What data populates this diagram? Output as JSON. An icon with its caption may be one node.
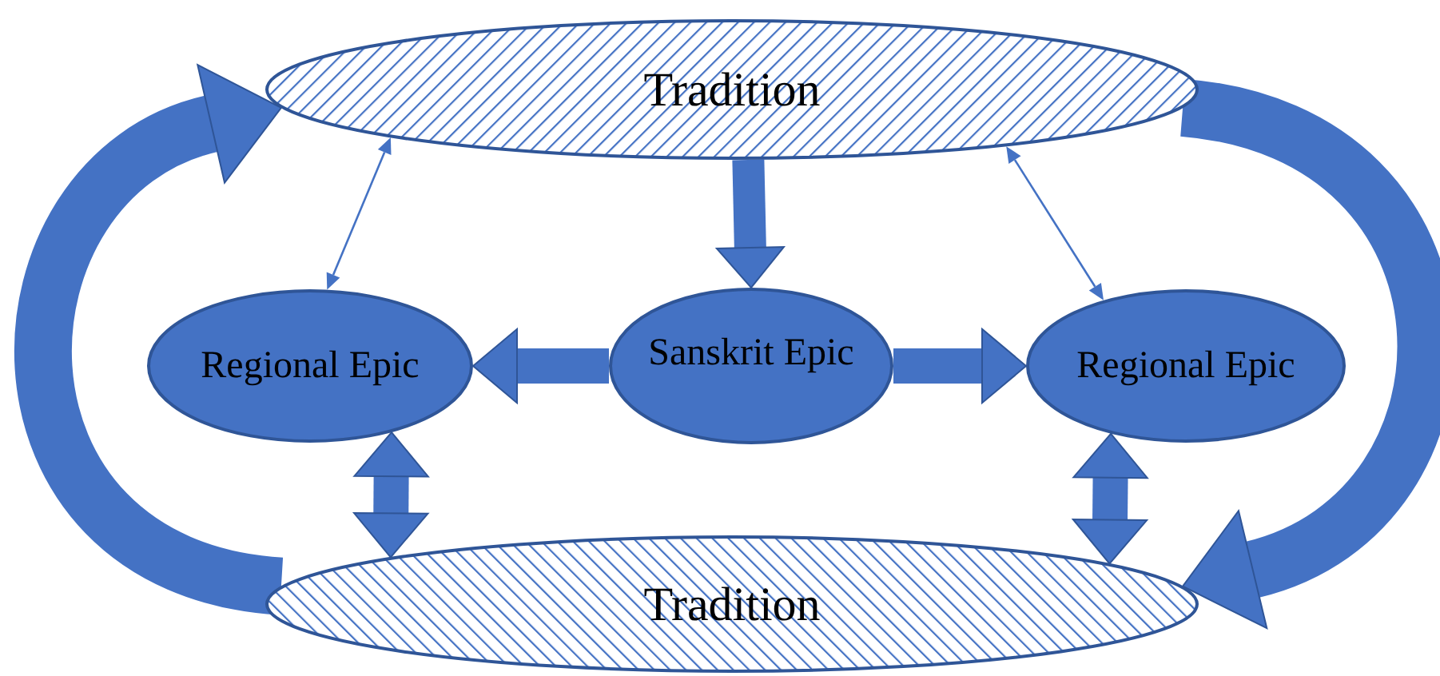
{
  "diagram": {
    "nodes": [
      {
        "text": [
          "Tradition"
        ]
      },
      {
        "text": [
          "Regional Epic"
        ]
      },
      {
        "text": [
          "Sanskrit Epic"
        ]
      },
      {
        "text": [
          "Regional Epic"
        ]
      },
      {
        "text": [
          "Tradition"
        ]
      }
    ],
    "edges": [
      {
        "from": 0,
        "to": 2,
        "arrow": "to"
      },
      {
        "from": 2,
        "to": 1,
        "arrow": "to"
      },
      {
        "from": 2,
        "to": 3,
        "arrow": "to"
      },
      {
        "from": 1,
        "to": 0,
        "arrow": "both"
      },
      {
        "from": 3,
        "to": 0,
        "arrow": "both"
      },
      {
        "from": 1,
        "to": 4,
        "arrow": "both"
      },
      {
        "from": 3,
        "to": 4,
        "arrow": "both"
      },
      {
        "from": 4,
        "to": 0,
        "arrow": "to"
      },
      {
        "from": 0,
        "to": 4,
        "arrow": "to"
      }
    ]
  }
}
